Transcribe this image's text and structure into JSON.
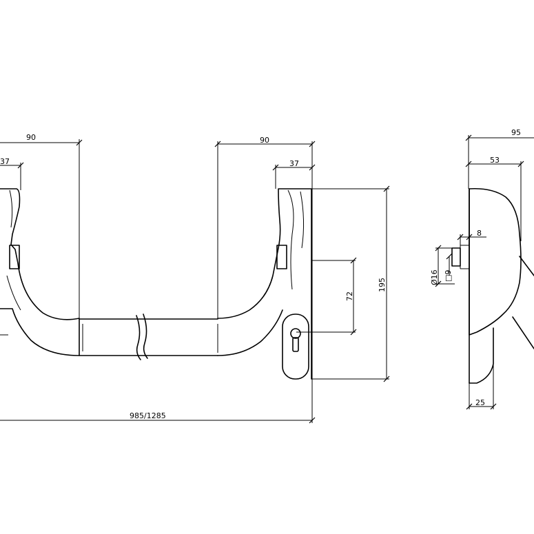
{
  "dimensions": {
    "left_handle_width": "90",
    "left_handle_inner": "37",
    "right_handle_width": "90",
    "right_handle_inner": "37",
    "overall_length": "985/1285",
    "plate_height": "195",
    "cylinder_offset": "72",
    "side_depth": "95",
    "side_base_depth": "53",
    "spindle_offset": "8",
    "spindle_diameter": "Ø16",
    "spindle_square": "□9",
    "side_plate_thickness": "25"
  }
}
